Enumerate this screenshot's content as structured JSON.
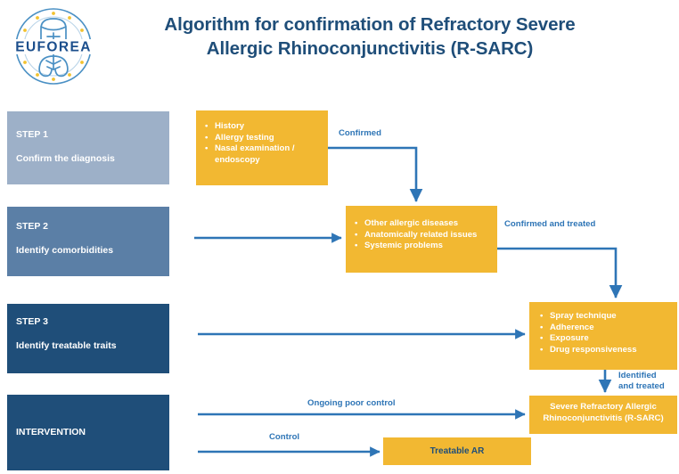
{
  "header": {
    "logo_text": "EUFOREA",
    "logo_alt": "euforea-logo",
    "title_line1": "Algorithm for confirmation of Refractory Severe",
    "title_line2": "Allergic Rhinoconjunctivitis (R-SARC)"
  },
  "steps": [
    {
      "name": "step1",
      "title": "STEP 1",
      "subtitle": "Confirm the diagnosis",
      "color": "#9DB0C8"
    },
    {
      "name": "step2",
      "title": "STEP 2",
      "subtitle": "Identify comorbidities",
      "color": "#5B7FA6"
    },
    {
      "name": "step3",
      "title": "STEP 3",
      "subtitle": "Identify treatable traits",
      "color": "#1F4E79"
    },
    {
      "name": "intervention",
      "title": "INTERVENTION",
      "subtitle": "",
      "color": "#1F4E79"
    }
  ],
  "boxes": {
    "step1_items": [
      "History",
      "Allergy testing",
      "Nasal examination / endoscopy"
    ],
    "step2_items": [
      "Other allergic diseases",
      "Anatomically related issues",
      "Systemic problems"
    ],
    "step3_items": [
      "Spray technique",
      "Adherence",
      "Exposure",
      "Drug responsiveness"
    ],
    "rsarc_line1": "Severe Refractory Allergic",
    "rsarc_line2": "Rhinoconjunctivitis (R-SARC)",
    "treatable_ar": "Treatable AR"
  },
  "arrow_labels": {
    "confirmed": "Confirmed",
    "confirmed_and_treated": "Confirmed and treated",
    "identified_and_treated": "Identified and treated",
    "ongoing_poor_control": "Ongoing poor control",
    "control": "Control"
  },
  "colors": {
    "accent_yellow": "#F2B832",
    "navy": "#1F4E79",
    "slate": "#5B7FA6",
    "light_slate": "#9DB0C8",
    "arrow_blue": "#2E75B6",
    "background": "#FFFFFF"
  }
}
